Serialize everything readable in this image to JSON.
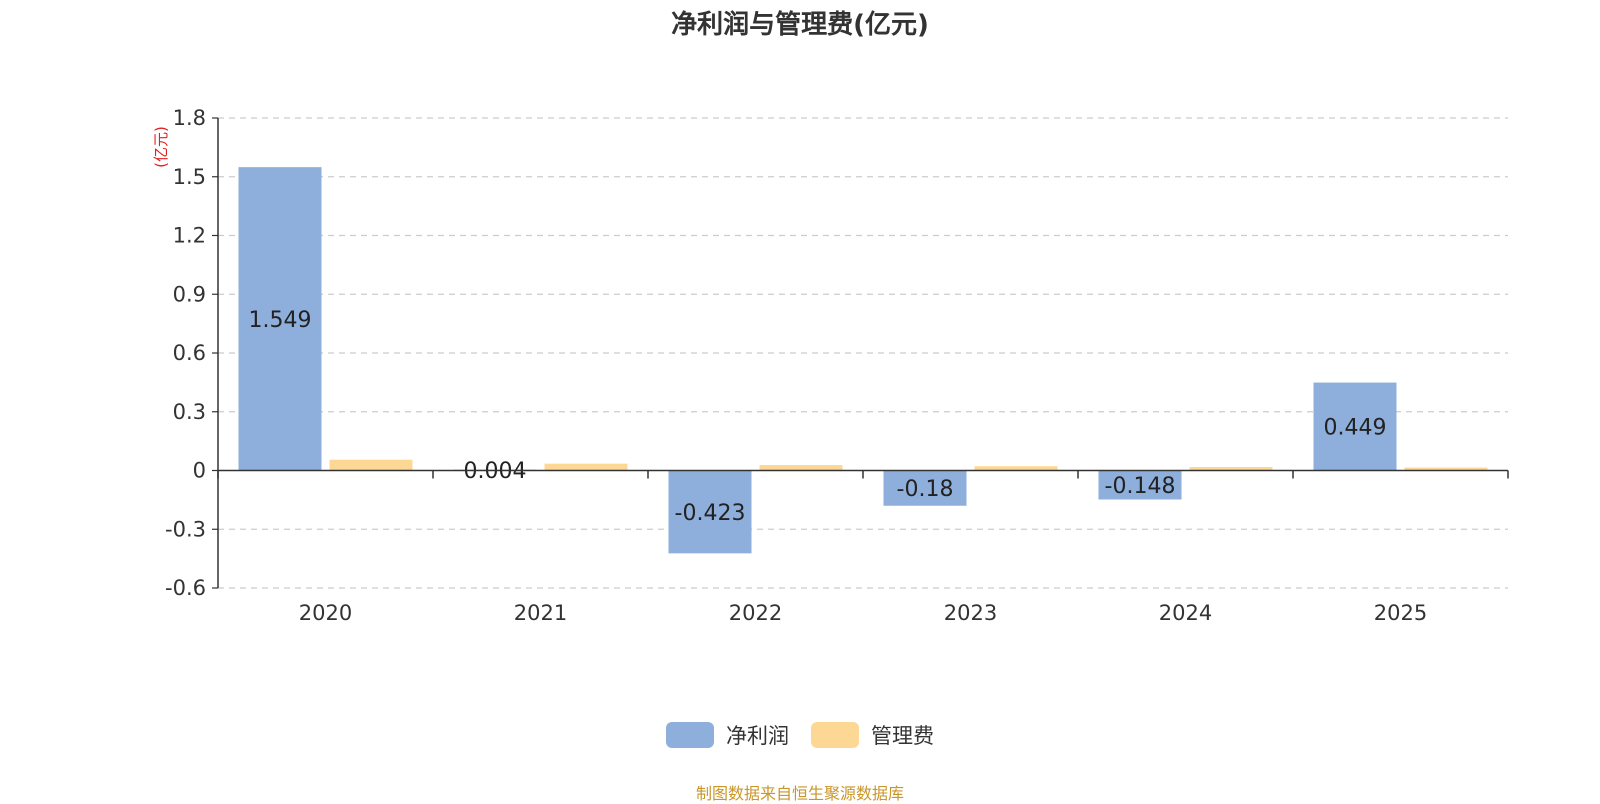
{
  "chart_data": {
    "type": "bar",
    "title": "净利润与管理费(亿元)",
    "ylabel": "(亿元)",
    "categories": [
      "2020",
      "2021",
      "2022",
      "2023",
      "2024",
      "2025"
    ],
    "series": [
      {
        "name": "净利润",
        "color": "#8eaedb",
        "values": [
          1.549,
          0.004,
          -0.423,
          -0.18,
          -0.148,
          0.449
        ],
        "labels": [
          "1.549",
          "0.004",
          "-0.423",
          "-0.18",
          "-0.148",
          "0.449"
        ]
      },
      {
        "name": "管理费",
        "color": "#fdd895",
        "values": [
          0.055,
          0.035,
          0.028,
          0.022,
          0.018,
          0.015
        ]
      }
    ],
    "yticks": [
      -0.6,
      -0.3,
      0,
      0.3,
      0.6,
      0.9,
      1.2,
      1.5,
      1.8
    ],
    "ytick_labels": [
      "-0.6",
      "-0.3",
      "0",
      "0.3",
      "0.6",
      "0.9",
      "1.2",
      "1.5",
      "1.8"
    ],
    "ylim": [
      -0.6,
      1.8
    ],
    "grid": true,
    "legend_position": "bottom-center"
  },
  "footer": {
    "source": "制图数据来自恒生聚源数据库"
  },
  "colors": {
    "axis": "#333333",
    "grid": "#cccccc",
    "ylabel": "#e02020",
    "source": "#c9962a"
  }
}
